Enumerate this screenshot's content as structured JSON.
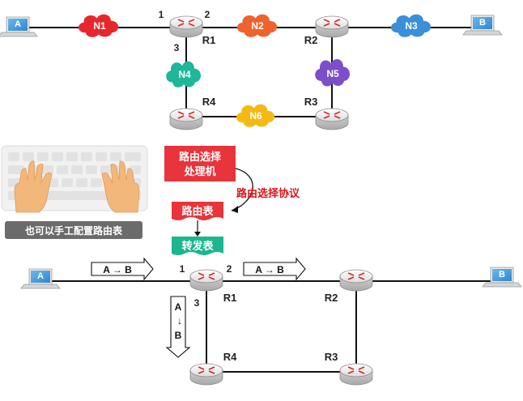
{
  "top_network": {
    "hosts": {
      "a": "A",
      "b": "B"
    },
    "routers": {
      "r1": "R1",
      "r2": "R2",
      "r3": "R3",
      "r4": "R4"
    },
    "networks": {
      "n1": "N1",
      "n2": "N2",
      "n3": "N3",
      "n4": "N4",
      "n5": "N5",
      "n6": "N6"
    },
    "ports": {
      "p1": "1",
      "p2": "2",
      "p3": "3"
    }
  },
  "router_internals": {
    "routing_processor_line1": "路由选择",
    "routing_processor_line2": "处理机",
    "routing_protocol": "路由选择协议",
    "routing_table": "路由表",
    "forwarding_table": "转发表",
    "manual_config_caption": "也可以手工配置路由表"
  },
  "bottom_network": {
    "hosts": {
      "a": "A",
      "b": "B"
    },
    "routers": {
      "r1": "R1",
      "r2": "R2",
      "r3": "R3",
      "r4": "R4"
    },
    "ports": {
      "p1": "1",
      "p2": "2",
      "p3": "3"
    },
    "packets": {
      "in_h": "A → B",
      "out_h": "A → B",
      "down_a": "A",
      "down_arrow": "→",
      "down_b": "B"
    }
  },
  "colors": {
    "n1": "#e8262d",
    "n2": "#f0622b",
    "n3": "#3a8fd9",
    "n4": "#1fb79a",
    "n5": "#7b4fc9",
    "n6": "#f5b914",
    "processor_box": "#e8343a",
    "routing_table_box": "#e8343a",
    "forwarding_table_box": "#1bb58e",
    "protocol_text": "#d9141b",
    "keyboard_caption_bg": "#6b6b6b",
    "router_icon": "#d9252b"
  }
}
